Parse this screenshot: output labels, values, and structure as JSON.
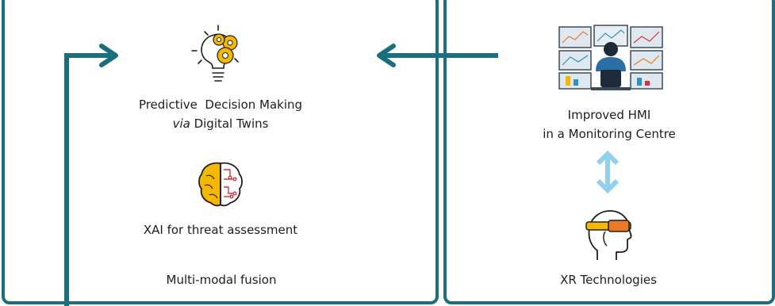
{
  "left_panel": {
    "items": [
      {
        "line1": "Predictive  Decision Making",
        "line2_italic": "via",
        "line2_rest": " Digital Twins",
        "icon": "lightbulb-gears-icon"
      },
      {
        "line1": "XAI for threat assessment",
        "icon": "ai-brain-icon"
      },
      {
        "line1": "Multi-modal fusion"
      }
    ]
  },
  "right_panel": {
    "items": [
      {
        "line1": "Improved HMI",
        "line2": "in a Monitoring Centre",
        "icon": "operator-monitors-icon"
      },
      {
        "line1": "XR Technologies",
        "icon": "vr-headset-head-icon"
      }
    ]
  },
  "colors": {
    "border": "#1a6e7e",
    "arrow": "#1a6e7e",
    "double_arrow": "#8ed0ee",
    "accent_yellow": "#f5b800",
    "accent_orange": "#e7792b",
    "accent_red": "#d9303a"
  }
}
